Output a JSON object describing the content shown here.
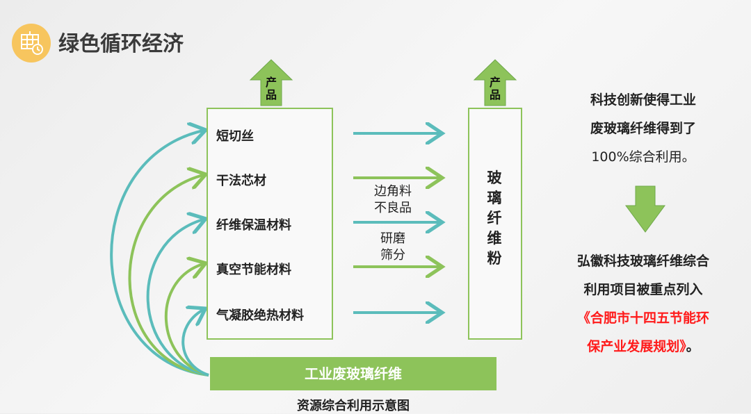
{
  "header": {
    "title": "绿色循环经济",
    "icon": "calendar-clock-icon"
  },
  "diagram": {
    "product_label": [
      "产",
      "品"
    ],
    "items": [
      "短切丝",
      "干法芯材",
      "纤维保温材料",
      "真空节能材料",
      "气凝胶绝热材料"
    ],
    "middle_label_1": [
      "边角料",
      "不良品"
    ],
    "middle_label_2": [
      "研磨",
      "筛分"
    ],
    "output_label": [
      "玻",
      "璃",
      "纤",
      "维",
      "粉"
    ],
    "source_label": "工业废玻璃纤维",
    "caption": "资源综合利用示意图"
  },
  "right_panel": {
    "lines_1": [
      "科技创新使得工业",
      "废玻璃纤维得到了",
      "100%综合利用。"
    ],
    "lines_2": [
      "弘徽科技玻璃纤维综合",
      "利用项目被重点列入"
    ],
    "highlight_lines": [
      "《合肥市十四五节能环",
      "保产业发展规划》"
    ],
    "highlight_suffix": "。"
  },
  "colors": {
    "teal": "#5bbcbb",
    "green": "#8dc35a",
    "red": "#ff1a1a",
    "logo": "#f7c55e"
  }
}
